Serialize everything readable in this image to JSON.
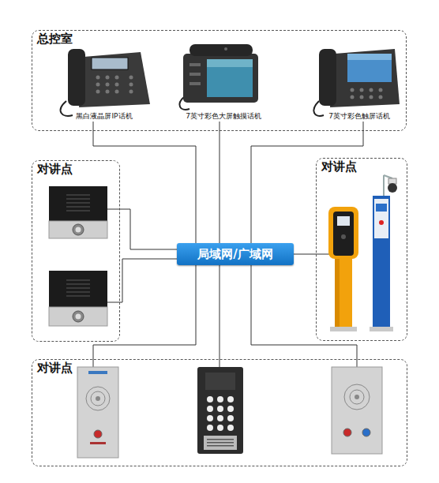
{
  "diagram": {
    "nodes": [
      {
        "text": [
          "总控室"
        ]
      },
      {
        "text": [
          "黑白液晶屏IP话机"
        ],
        "in": 0
      },
      {
        "text": [
          "7英寸彩色大屏触摸话机"
        ],
        "in": 0
      },
      {
        "text": [
          "7英寸彩色触屏话机"
        ],
        "in": 0
      },
      {
        "text": [
          "对讲点"
        ]
      },
      {
        "text": [
          "局域网/广域网"
        ]
      },
      {
        "text": [
          "对讲点"
        ]
      },
      {
        "text": [
          "对讲点"
        ]
      }
    ],
    "edges": [
      {
        "from": 1,
        "to": 5,
        "arrow": "none"
      },
      {
        "from": 2,
        "to": 5,
        "arrow": "none"
      },
      {
        "from": 3,
        "to": 5,
        "arrow": "none"
      }
    ]
  }
}
